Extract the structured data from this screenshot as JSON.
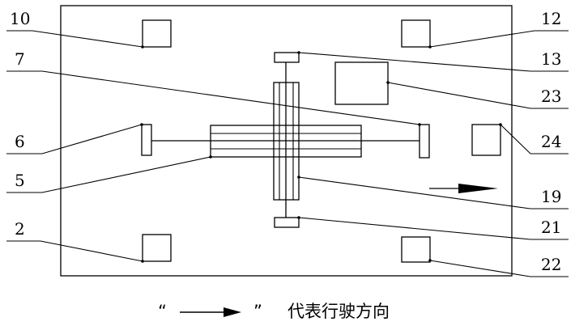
{
  "labels": {
    "l10": "10",
    "l7": "7",
    "l6": "6",
    "l5": "5",
    "l2": "2",
    "l12": "12",
    "l13": "13",
    "l23": "23",
    "l24": "24",
    "l19": "19",
    "l21": "21",
    "l22": "22"
  },
  "legend": {
    "open_quote": "“",
    "close_quote": "”",
    "text": "代表行驶方向"
  },
  "colors": {
    "stroke": "#000000",
    "background": "#ffffff"
  }
}
